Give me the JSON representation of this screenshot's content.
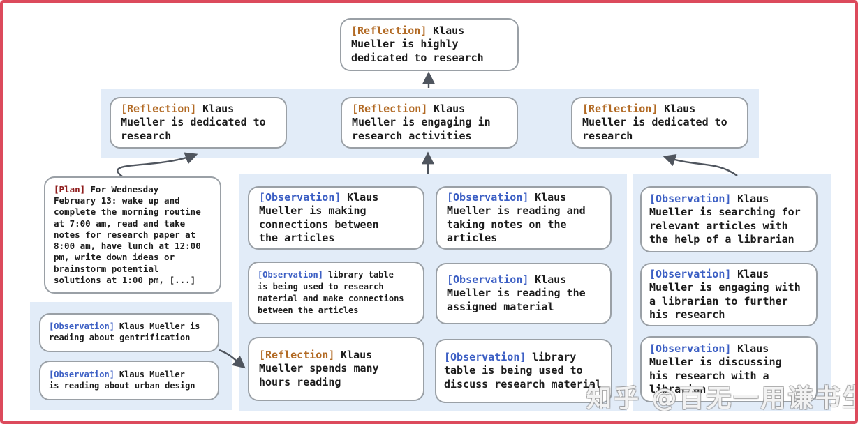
{
  "colors": {
    "reflection_tag": "#b26a24",
    "observation_tag": "#3c5fc4",
    "plan_tag": "#8f1d1d",
    "band_bg": "#e2ecf8",
    "arrow": "#4f555e",
    "frame_border": "#dc4a5c",
    "box_border": "#9aa0a6",
    "text": "#1c1c1c"
  },
  "nodes": {
    "top": {
      "tag": "[Reflection]",
      "text": "Klaus\nMueller is highly\ndedicated to research"
    },
    "refl_left": {
      "tag": "[Reflection]",
      "text": "Klaus\nMueller is dedicated to\nresearch"
    },
    "refl_mid": {
      "tag": "[Reflection]",
      "text": "Klaus\nMueller is engaging in\nresearch activities"
    },
    "refl_right": {
      "tag": "[Reflection]",
      "text": "Klaus\nMueller is dedicated to\nresearch"
    },
    "plan": {
      "tag": "[Plan]",
      "text": "For Wednesday\nFebruary 13: wake up and\ncomplete the morning routine\nat 7:00 am, read and take\nnotes for research paper at\n8:00 am, have lunch at 12:00\npm, write down ideas or\nbrainstorm potential\nsolutions at 1:00 pm, [...]"
    },
    "obs_gentrification": {
      "tag": "[Observation]",
      "text": "Klaus Mueller is\nreading about gentrification"
    },
    "obs_urban": {
      "tag": "[Observation]",
      "text": "Klaus Mueller\nis reading about urban design"
    },
    "obs_connections": {
      "tag": "[Observation]",
      "text": "Klaus\nMueller is making\nconnections between\nthe articles"
    },
    "obs_library_research": {
      "tag": "[Observation]",
      "text": "library table\nis being used to research\nmaterial and make connections\nbetween the articles"
    },
    "refl_hours": {
      "tag": "[Reflection]",
      "text": "Klaus\nMueller spends many\nhours reading"
    },
    "obs_notes": {
      "tag": "[Observation]",
      "text": "Klaus\nMueller is reading and\ntaking notes on the\narticles"
    },
    "obs_assigned": {
      "tag": "[Observation]",
      "text": "Klaus\nMueller is reading the\nassigned material"
    },
    "obs_library_discuss": {
      "tag": "[Observation]",
      "text": "library\ntable is being used to\ndiscuss research material"
    },
    "obs_searching": {
      "tag": "[Observation]",
      "text": "Klaus\nMueller is searching for\nrelevant articles with\nthe help of a librarian"
    },
    "obs_engaging": {
      "tag": "[Observation]",
      "text": "Klaus\nMueller is engaging with\na librarian to further\nhis research"
    },
    "obs_discussing": {
      "tag": "[Observation]",
      "text": "Klaus\nMueller is discussing\nhis research with a\nlibrarian"
    }
  },
  "watermark": {
    "text": "知乎 @百无一用谦书生"
  }
}
